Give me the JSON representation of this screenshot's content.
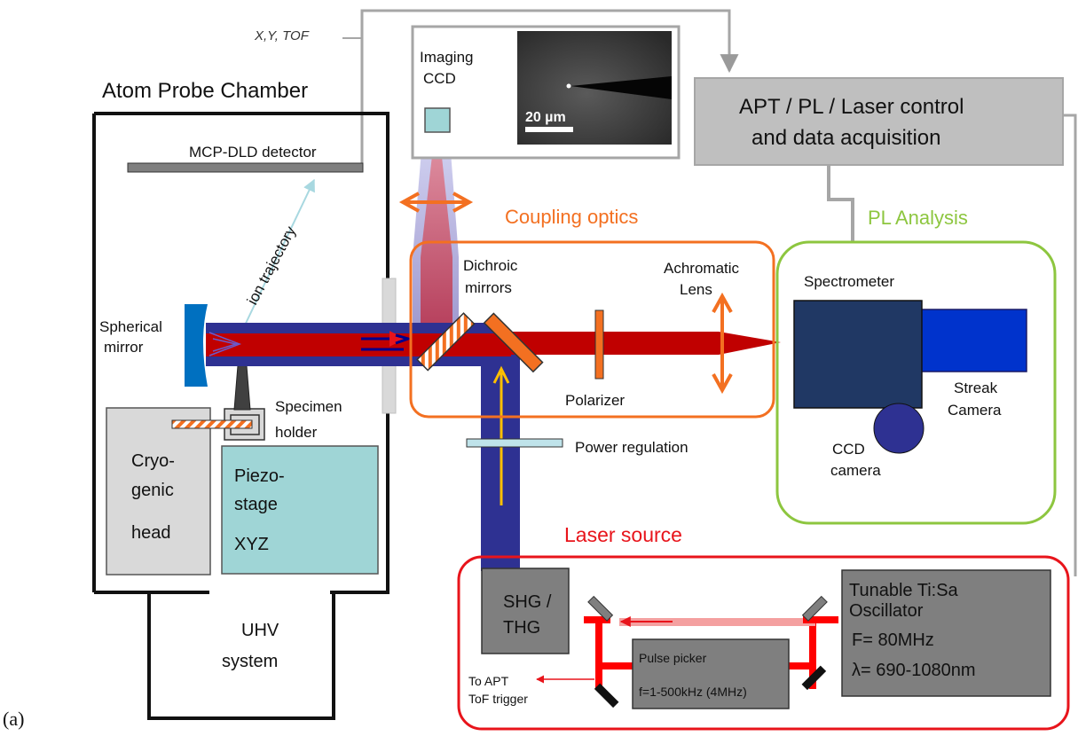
{
  "labels": {
    "panel": "(a)",
    "xy_tof": "X,Y, TOF",
    "atom_probe_chamber": "Atom Probe Chamber",
    "mcp_dld": "MCP-DLD detector",
    "ion_trajectory": "ion trajectory",
    "spherical_mirror": [
      "Spherical",
      "mirror"
    ],
    "specimen_holder": [
      "Specimen",
      "holder"
    ],
    "cryogenic_head": [
      "Cryo-",
      "genic",
      "head"
    ],
    "piezo_stage": [
      "Piezo-",
      "stage",
      "XYZ"
    ],
    "uhv_system": [
      "UHV",
      "system"
    ],
    "imaging_ccd": [
      "Imaging",
      "CCD"
    ],
    "scale_bar": "20 µm",
    "control_box": [
      "APT / PL / Laser control",
      "and data acquisition"
    ],
    "coupling_optics": "Coupling optics",
    "dichroic_mirrors": [
      "Dichroic",
      "mirrors"
    ],
    "achromatic_lens": [
      "Achromatic",
      "Lens"
    ],
    "polarizer": "Polarizer",
    "power_regulation": "Power regulation",
    "pl_analysis": "PL Analysis",
    "spectrometer": "Spectrometer",
    "streak_camera": [
      "Streak",
      "Camera"
    ],
    "ccd_camera": [
      "CCD",
      "camera"
    ],
    "laser_source": "Laser source",
    "shg_thg": [
      "SHG /",
      "THG"
    ],
    "oscillator": [
      "Tunable Ti:Sa",
      "Oscillator",
      "F= 80MHz",
      "λ= 690-1080nm"
    ],
    "pulse_picker": [
      "Pulse picker",
      "f=1-500kHz (4MHz)"
    ],
    "to_apt": [
      "To APT",
      "ToF  trigger"
    ]
  },
  "colors": {
    "coupling_frame": "#f37021",
    "pl_frame": "#8dc63f",
    "laser_frame": "#e8141b",
    "blue_beam": "#2e3192",
    "red_beam": "#cc0000",
    "box_gray": "#7f7f7f",
    "control_gray": "#bfbfbf",
    "stage_teal": "#9fd5d6"
  }
}
